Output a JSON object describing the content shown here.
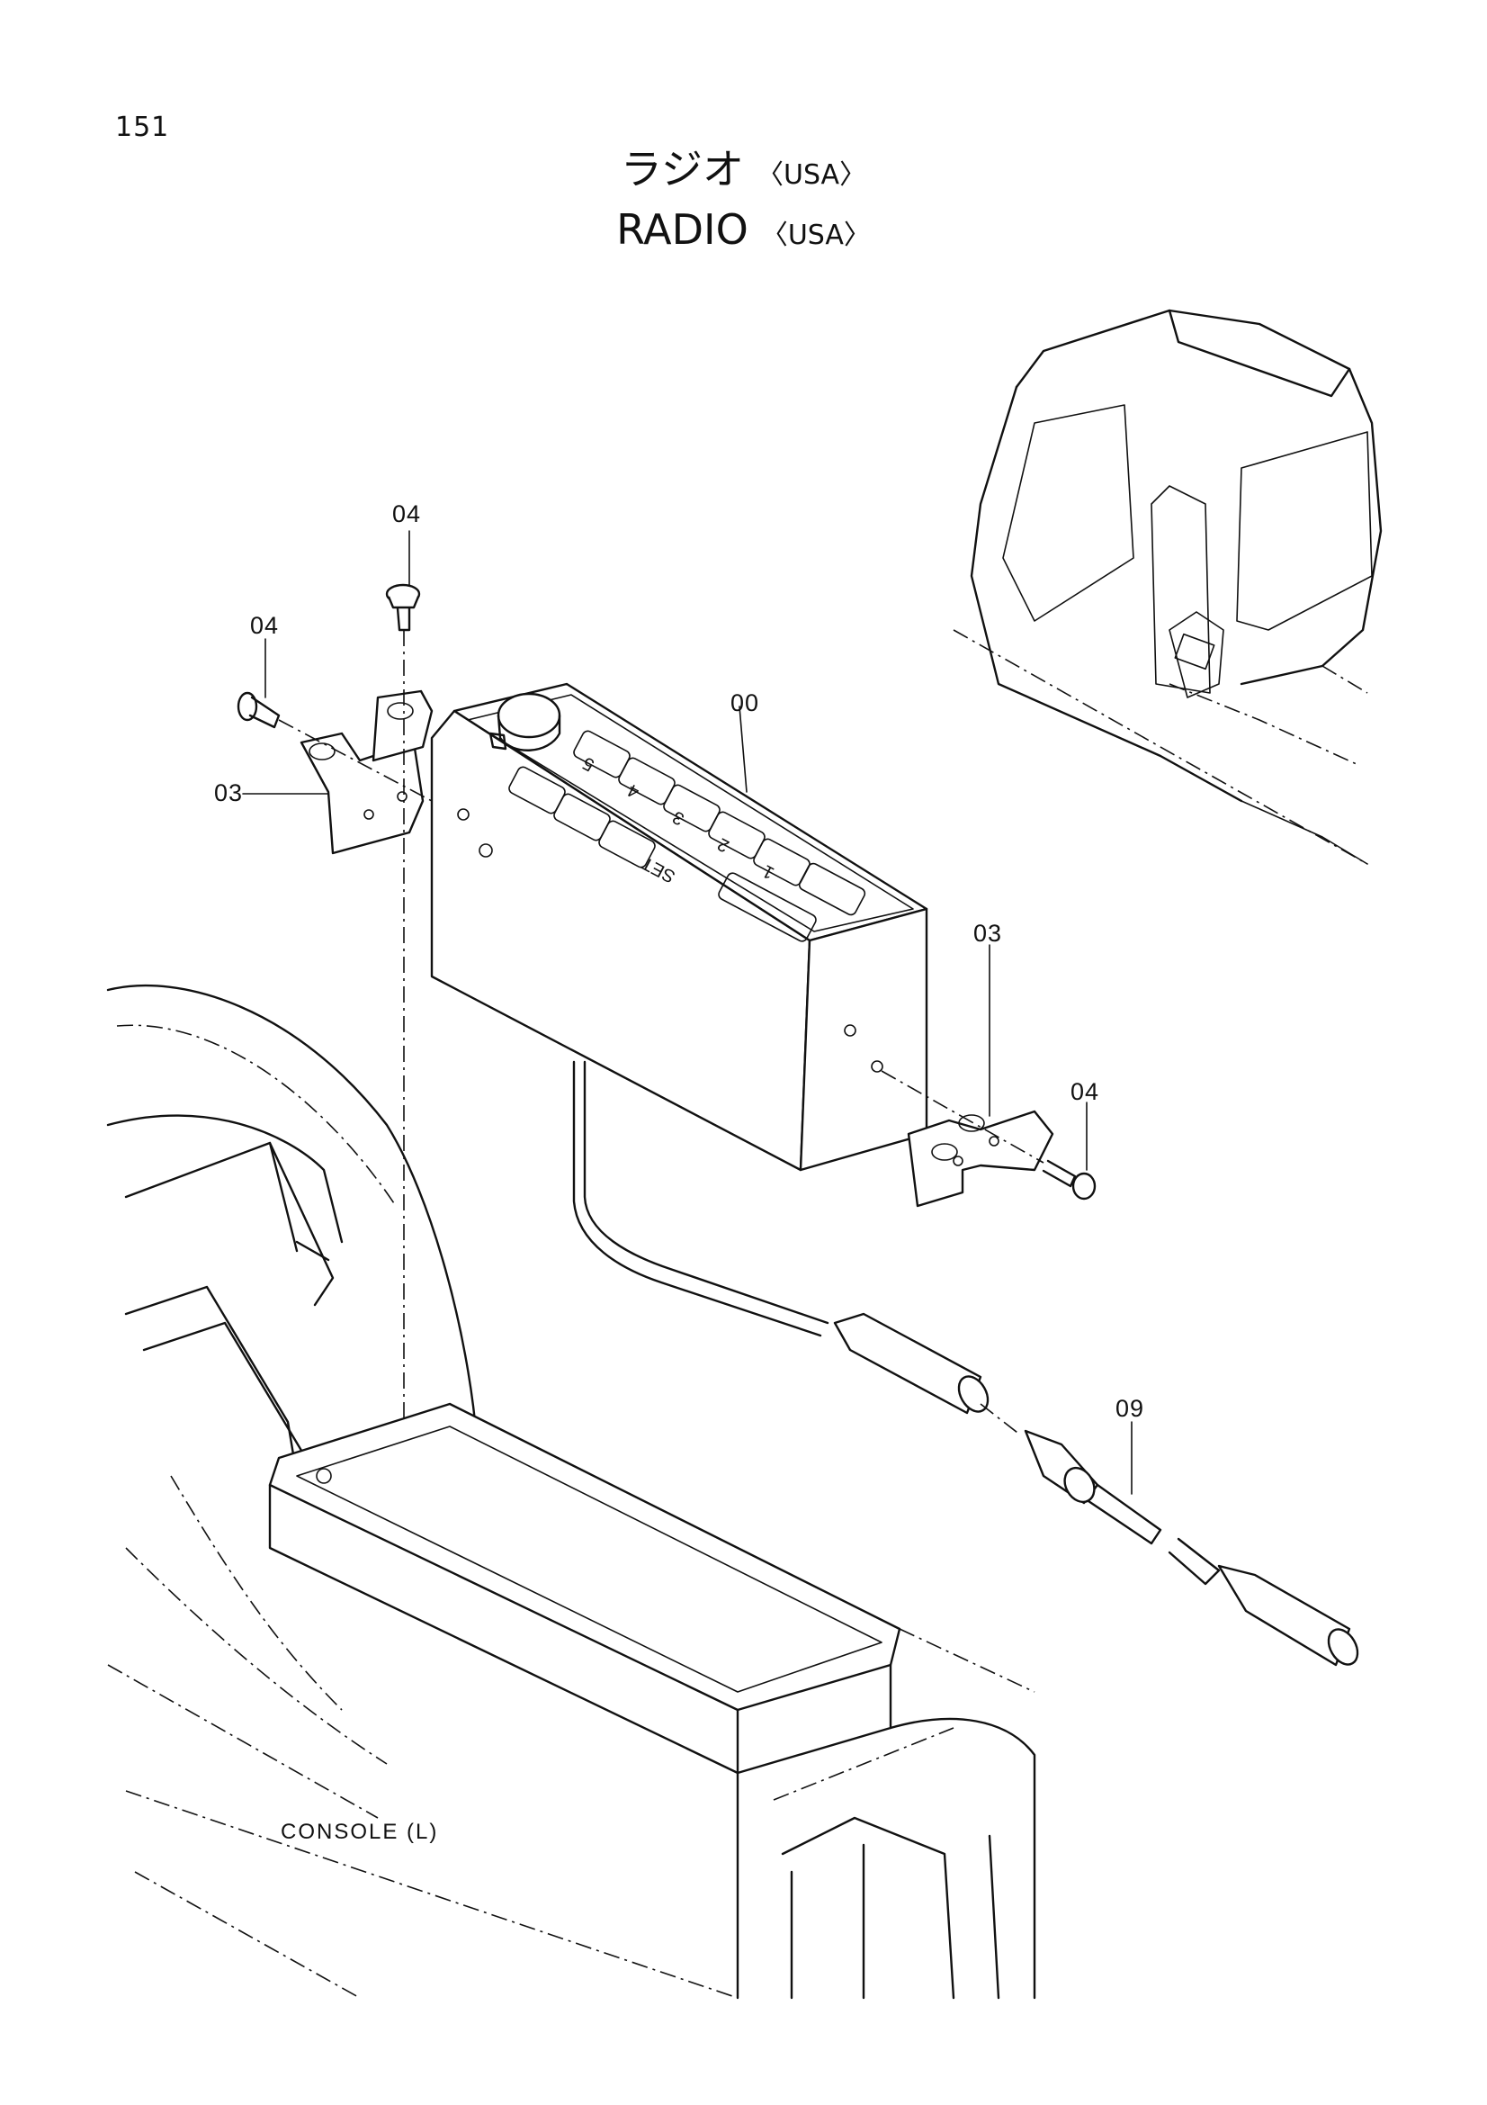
{
  "page": {
    "number": "151"
  },
  "title": {
    "japanese": "ラジオ",
    "english": "RADIO",
    "variant": "〈USA〉"
  },
  "callouts": {
    "radio_unit": "00",
    "bracket_left": "03",
    "bracket_right": "03",
    "screw_top": "04",
    "screw_left": "04",
    "screw_right": "04",
    "antenna_cable": "09"
  },
  "captions": {
    "console": "CONSOLE (L)"
  },
  "radio_keys": [
    "5",
    "4",
    "3",
    "2",
    "1",
    "SET"
  ]
}
